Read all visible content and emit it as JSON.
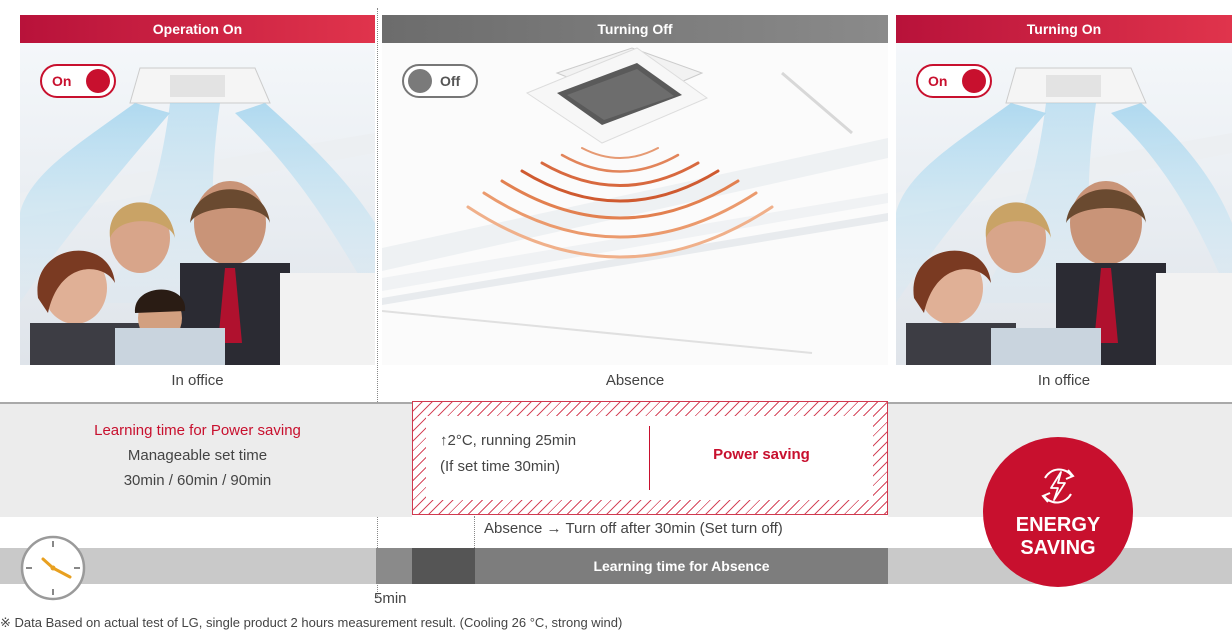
{
  "panels": [
    {
      "header": "Operation On",
      "toggle": "On",
      "caption": "In office"
    },
    {
      "header": "Turning Off",
      "toggle": "Off",
      "caption": "Absence"
    },
    {
      "header": "Turning On",
      "toggle": "On",
      "caption": "In office"
    }
  ],
  "learning_box": {
    "title": "Learning time for Power saving",
    "line2": "Manageable set time",
    "line3": "30min / 60min / 90min"
  },
  "absence_box": {
    "line1": "↑2°C, running 25min",
    "line2": "(If set time 30min)",
    "highlight": "Power saving"
  },
  "turnoff_note": "Absence → Turn off after 30min (Set turn off)",
  "timeline": {
    "bar_label": "Learning time for Absence",
    "marker": "5min"
  },
  "badge": {
    "line1": "ENERGY",
    "line2": "SAVING"
  },
  "footnote": "※ Data Based on actual test of LG, single product 2 hours measurement result. (Cooling 26 °C, strong wind)",
  "colors": {
    "accent": "#c8102e",
    "gray": "#7a7a7a",
    "light": "#ececec"
  }
}
